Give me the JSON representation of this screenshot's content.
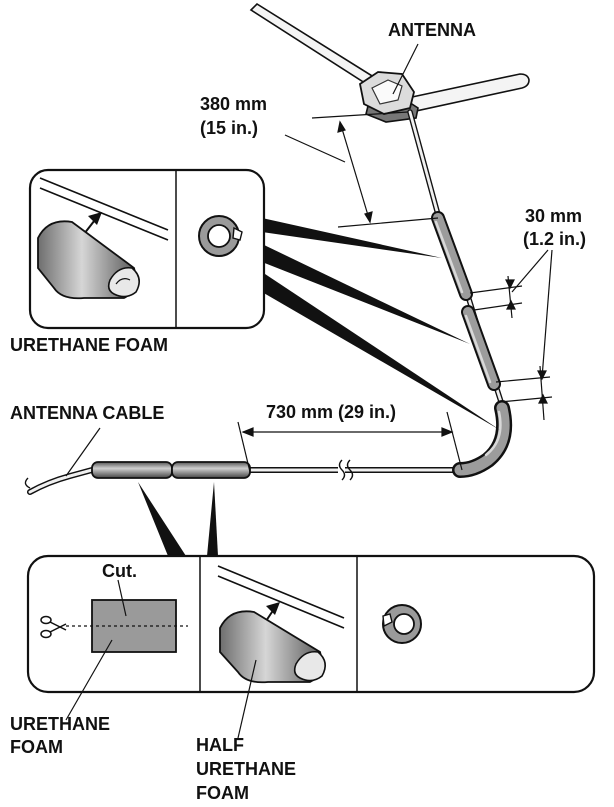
{
  "labels": {
    "antenna": "ANTENNA",
    "dim_380_mm": "380 mm",
    "dim_380_in": "(15 in.)",
    "dim_30_mm": "30 mm",
    "dim_30_in": "(1.2 in.)",
    "urethane_foam_top": "URETHANE FOAM",
    "antenna_cable": "ANTENNA CABLE",
    "dim_730": "730 mm (29 in.)",
    "cut": "Cut.",
    "urethane_foam_bottom_1": "URETHANE",
    "urethane_foam_bottom_2": "FOAM",
    "half_foam_1": "HALF",
    "half_foam_2": "URETHANE",
    "half_foam_3": "FOAM"
  }
}
